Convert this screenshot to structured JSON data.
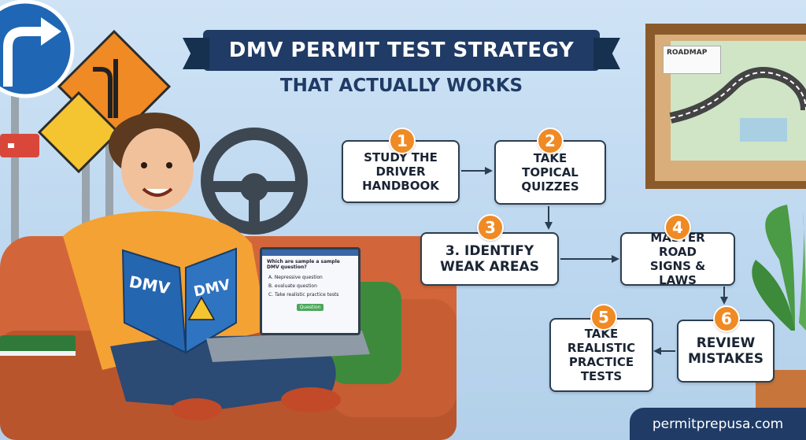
{
  "title": {
    "line1": "DMV PERMIT TEST STRATEGY",
    "line2": "THAT ACTUALLY WORKS"
  },
  "steps": [
    {
      "number": "1",
      "label": "STUDY THE DRIVER HANDBOOK"
    },
    {
      "number": "2",
      "label": "TAKE TOPICAL QUIZZES"
    },
    {
      "number": "3",
      "label": "3. IDENTIFY WEAK AREAS"
    },
    {
      "number": "4",
      "label": "MASTER ROAD SIGNS & LAWS"
    },
    {
      "number": "6",
      "label": "REVIEW MISTAKES"
    },
    {
      "number": "5",
      "label": "TAKE REALISTIC PRACTICE TESTS"
    }
  ],
  "roadmap": {
    "label": "ROADMAP"
  },
  "book": {
    "cover": "DMV"
  },
  "laptop": {
    "question": "Which are sample a sample DMV question?",
    "options": [
      "A. Nepressive question",
      "B. evaluate question",
      "C. Take realistic practice tests"
    ],
    "button": "Question"
  },
  "footer": {
    "site": "permitprepusa.com"
  },
  "colors": {
    "navy": "#1f3b66",
    "orange": "#f08a24",
    "sky": "#cfe3f5"
  }
}
